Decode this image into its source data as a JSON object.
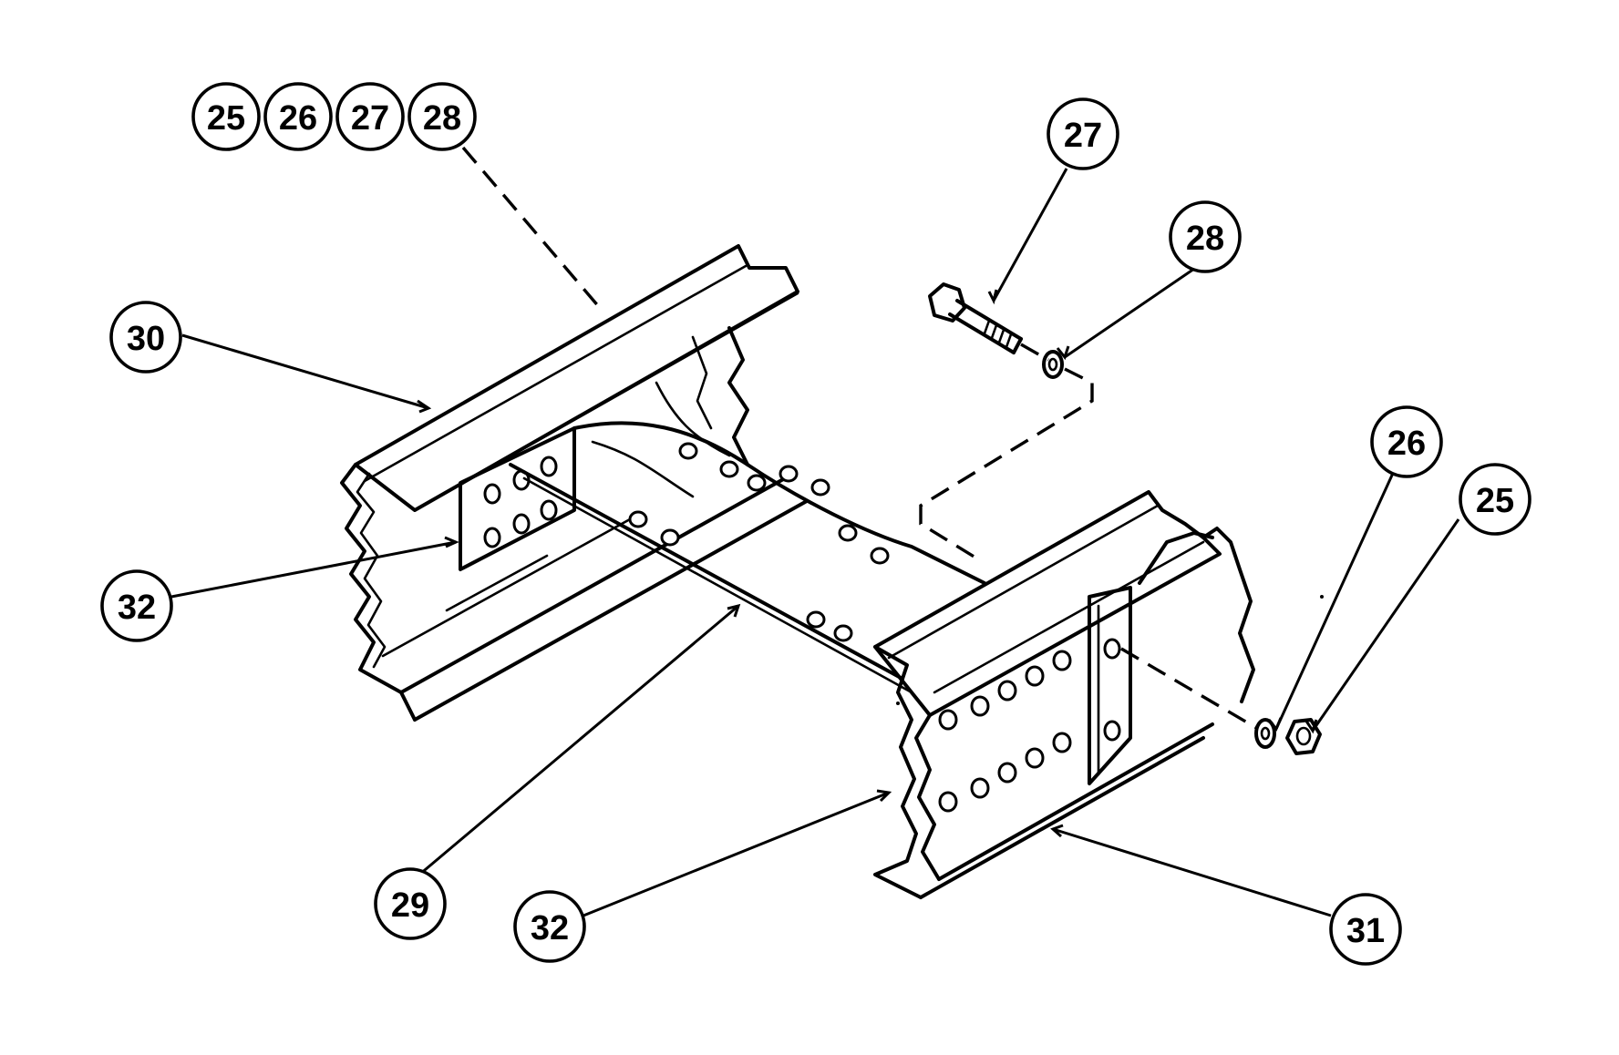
{
  "callouts": {
    "group_25": "25",
    "group_26": "26",
    "group_27": "27",
    "group_28": "28",
    "bolt_27": "27",
    "washer_28": "28",
    "washer_26": "26",
    "nut_25": "25",
    "rail_30": "30",
    "gusset_32_left": "32",
    "crossmember_29": "29",
    "gusset_32_bottom": "32",
    "rail_31": "31"
  }
}
